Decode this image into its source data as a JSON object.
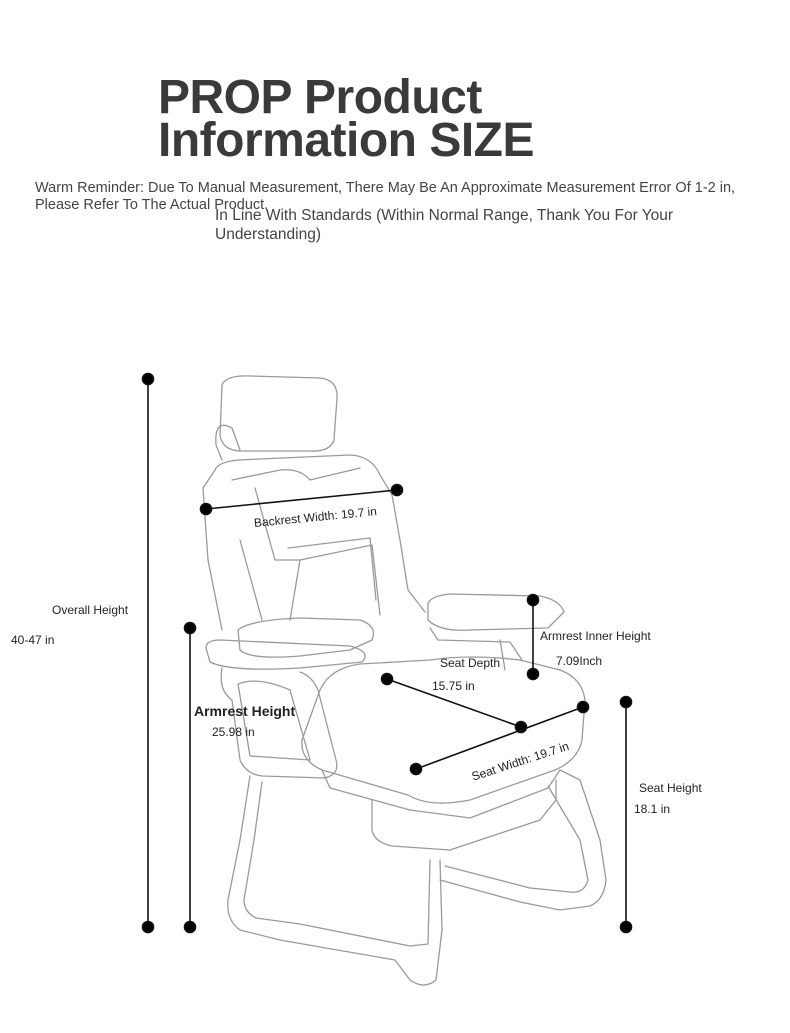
{
  "header": {
    "title_line1": "PROP Product",
    "title_line2": "Information SIZE"
  },
  "reminder": {
    "line1": "Warm Reminder: Due To Manual Measurement, There May Be An Approximate Measurement Error Of 1-2 in, Please Refer To The Actual Product.",
    "line2": "In Line With Standards (Within Normal Range, Thank You For Your Understanding)"
  },
  "dimensions": {
    "overall_height": {
      "label": "Overall Height",
      "value": "40-47 in"
    },
    "backrest_width": {
      "label": "Backrest Width: 19.7 in"
    },
    "armrest_inner_height": {
      "label": "Armrest Inner Height",
      "value": "7.09Inch"
    },
    "seat_depth": {
      "label": "Seat Depth",
      "value": "15.75 in"
    },
    "armrest_height": {
      "label": "Armrest Height",
      "value": "25.98 in"
    },
    "seat_width": {
      "label": "Seat Width: 19.7 in"
    },
    "seat_height": {
      "label": "Seat Height",
      "value": "18.1 in"
    }
  },
  "colors": {
    "line": "#2a2a2a",
    "title": "#3a3a3a",
    "outline": "#9a9a9a"
  }
}
